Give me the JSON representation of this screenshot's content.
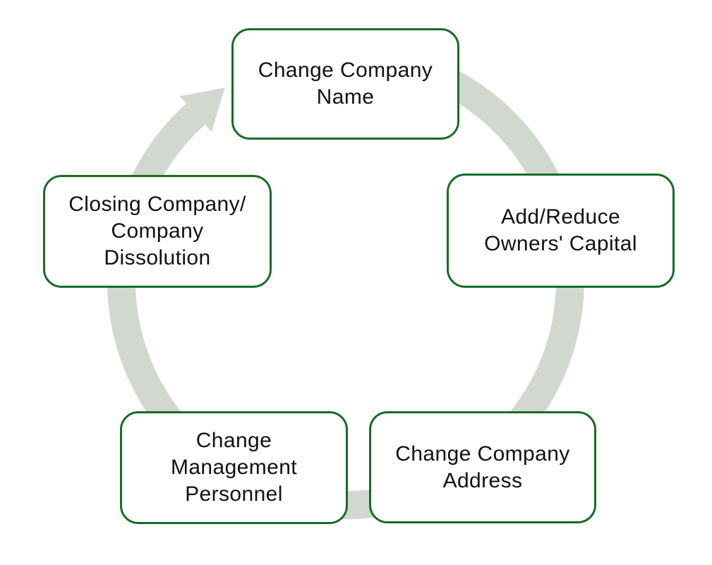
{
  "diagram": {
    "type": "cycle-diagram",
    "flow_direction": "clockwise",
    "nodes": [
      {
        "id": "change-company-name",
        "position": "top",
        "label": "Change Company\nName"
      },
      {
        "id": "add-reduce-owners-capital",
        "position": "right",
        "label": "Add/Reduce\nOwners' Capital"
      },
      {
        "id": "change-company-address",
        "position": "bottom-right",
        "label": "Change Company\nAddress"
      },
      {
        "id": "change-management-personnel",
        "position": "bottom-left",
        "label": "Change\nManagement\nPersonnel"
      },
      {
        "id": "closing-company-dissolution",
        "position": "left",
        "label": "Closing Company/\nCompany\nDissolution"
      }
    ],
    "colors": {
      "node_border": "#196B24",
      "node_fill": "#FFFFFF",
      "arrow": "#D2D8CF",
      "text": "#111111",
      "background": "#FFFFFF"
    }
  }
}
